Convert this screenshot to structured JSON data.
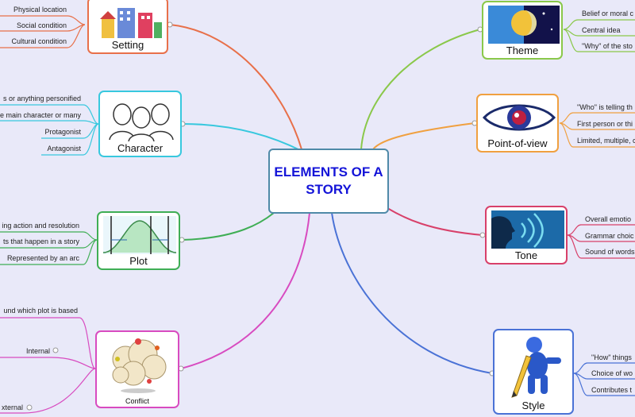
{
  "center": {
    "title": "ELEMENTS OF A STORY",
    "color": "#1414d8"
  },
  "branches": {
    "setting": {
      "label": "Setting",
      "color": "#e8704a",
      "icon": "town-buildings-icon",
      "items": [
        "Physical location",
        "Social condition",
        "Cultural condition"
      ]
    },
    "character": {
      "label": "Character",
      "color": "#38c8de",
      "icon": "people-faces-icon",
      "items": [
        "s or anything personified",
        "e main character or many",
        "Protagonist",
        "Antagonist"
      ]
    },
    "plot": {
      "label": "Plot",
      "color": "#3fae55",
      "icon": "bell-curve-icon",
      "items": [
        "ing action and resolution",
        "ts that happen in a story",
        "Represented by an arc"
      ]
    },
    "conflict": {
      "label": "Conflict",
      "color": "#d84bc0",
      "icon": "fight-cloud-icon",
      "items": [
        "und which plot is based",
        "Internal",
        "xternal"
      ]
    },
    "theme": {
      "label": "Theme",
      "color": "#8ac84a",
      "icon": "sun-moon-icon",
      "items": [
        "Belief or moral c",
        "Central idea",
        "\"Why\" of the sto"
      ]
    },
    "pov": {
      "label": "Point-of-view",
      "color": "#f0a040",
      "icon": "eye-icon",
      "items": [
        "\"Who\" is telling th",
        "First person or thi",
        "Limited, multiple, c"
      ]
    },
    "tone": {
      "label": "Tone",
      "color": "#d8406a",
      "icon": "speaking-head-icon",
      "items": [
        "Overall emotio",
        "Grammar choic",
        "Sound of words"
      ]
    },
    "style": {
      "label": "Style",
      "color": "#4a72d6",
      "icon": "figure-with-pencil-icon",
      "items": [
        "\"How\" things",
        "Choice of wo",
        "Contributes t"
      ]
    }
  }
}
